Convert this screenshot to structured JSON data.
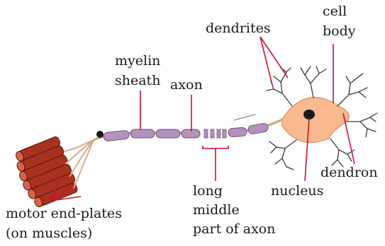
{
  "labels": {
    "cell_body_line1": "cell",
    "cell_body_line2": "body",
    "dendrites": "dendrites",
    "myelin_line1": "myelin",
    "myelin_line2": "sheath",
    "axon": "axon",
    "dendron": "dendron",
    "nucleus": "nucleus",
    "long_line1": "long",
    "long_line2": "middle",
    "long_line3": "part of axon",
    "motor_line1": "motor end-plates",
    "motor_line2": "(on muscles)"
  },
  "colors": {
    "leader": "#c8102e",
    "cell_body": "#f8b98f",
    "nucleus": "#1a1a1a",
    "myelin": "#b592bd",
    "muscle": "#a8311f"
  }
}
